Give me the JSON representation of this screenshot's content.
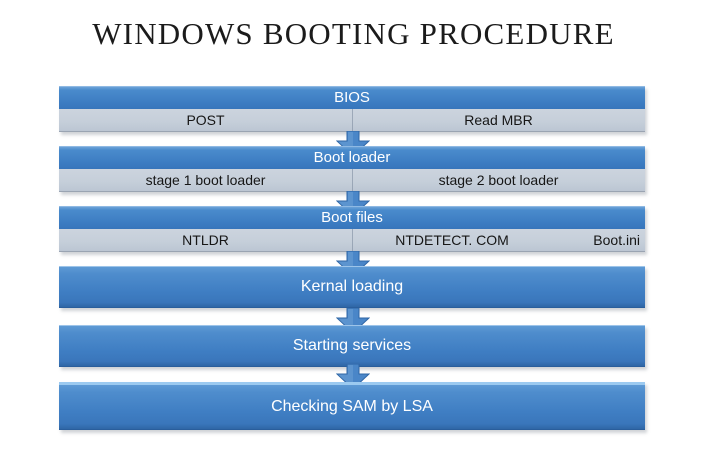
{
  "title": "WINDOWS BOOTING PROCEDURE",
  "colors": {
    "header_blue": "#3C7CC2",
    "bar_blue": "#4182C8",
    "sub_grey": "#C6CFDA",
    "arrow_blue": "#4A86C8",
    "text_white": "#FFFFFF",
    "text_dark": "#161616",
    "background": "#FFFFFF"
  },
  "flow": {
    "stages": [
      {
        "id": "bios",
        "kind": "split",
        "label": "BIOS",
        "sub_items": [
          "POST",
          "Read MBR"
        ]
      },
      {
        "id": "boot-loader",
        "kind": "split",
        "label": "Boot loader",
        "sub_items": [
          "stage 1 boot loader",
          "stage 2 boot loader"
        ]
      },
      {
        "id": "boot-files",
        "kind": "split",
        "label": "Boot files",
        "sub_items": [
          "NTLDR",
          "NTDETECT. COM",
          "Boot.ini"
        ]
      },
      {
        "id": "kernal-loading",
        "kind": "bar",
        "label": "Kernal loading"
      },
      {
        "id": "starting-services",
        "kind": "bar",
        "label": "Starting services"
      },
      {
        "id": "checking-sam",
        "kind": "bar",
        "label": "Checking SAM by LSA"
      }
    ],
    "connectors": [
      "down-arrow-icon",
      "down-arrow-icon",
      "down-arrow-icon",
      "down-arrow-icon",
      "down-arrow-icon"
    ]
  }
}
